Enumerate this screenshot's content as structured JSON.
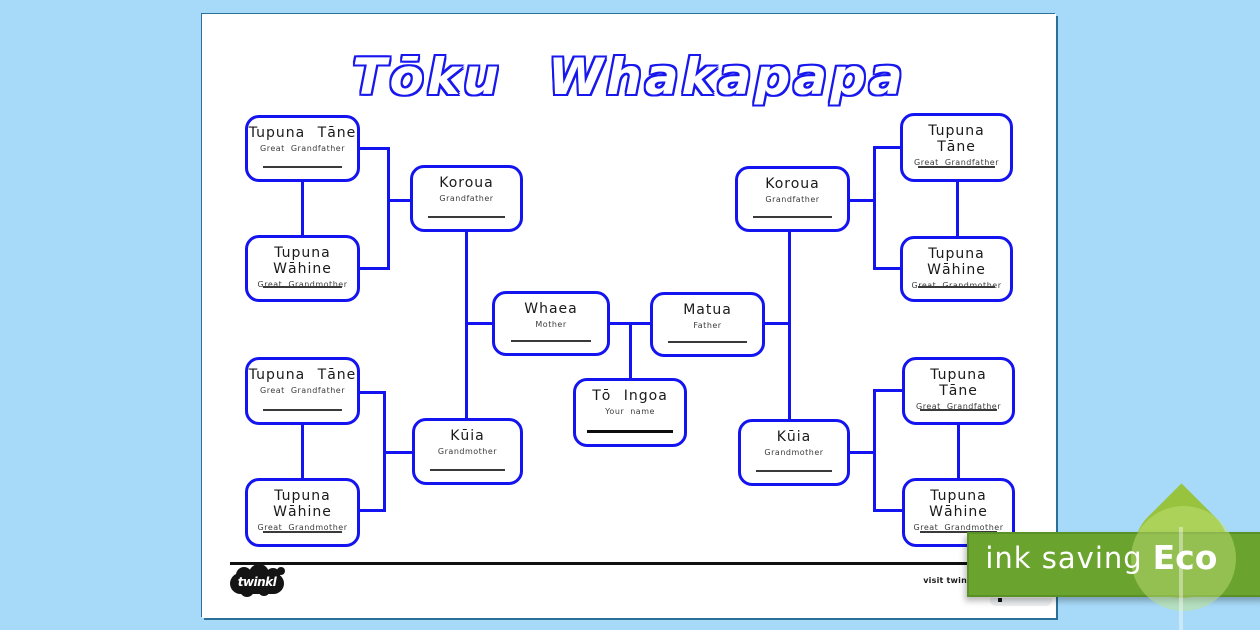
{
  "title": "Tōku Whakapapa",
  "boxes": [
    {
      "role": "great-grandfather-top-left",
      "maori": "Tupuna Tāne",
      "english": "Great Grandfather"
    },
    {
      "role": "great-grandmother-top-left",
      "maori": "Tupuna Wāhine",
      "english": "Great Grandmother"
    },
    {
      "role": "grandfather-left",
      "maori": "Koroua",
      "english": "Grandfather"
    },
    {
      "role": "great-grandfather-top-right",
      "maori": "Tupuna Tāne",
      "english": "Great Grandfather"
    },
    {
      "role": "great-grandmother-top-right",
      "maori": "Tupuna Wāhine",
      "english": "Great Grandmother"
    },
    {
      "role": "grandfather-right",
      "maori": "Koroua",
      "english": "Grandfather"
    },
    {
      "role": "mother",
      "maori": "Whaea",
      "english": "Mother"
    },
    {
      "role": "father",
      "maori": "Matua",
      "english": "Father"
    },
    {
      "role": "your-name",
      "maori": "Tō Ingoa",
      "english": "Your name"
    },
    {
      "role": "great-grandfather-bottom-left",
      "maori": "Tupuna Tāne",
      "english": "Great Grandfather"
    },
    {
      "role": "great-grandmother-bottom-left",
      "maori": "Tupuna Wāhine",
      "english": "Great Grandmother"
    },
    {
      "role": "grandmother-left",
      "maori": "Kūia",
      "english": "Grandmother"
    },
    {
      "role": "great-grandfather-bottom-right",
      "maori": "Tupuna Tāne",
      "english": "Great Grandfather"
    },
    {
      "role": "great-grandmother-bottom-right",
      "maori": "Tupuna Wāhine",
      "english": "Great Grandmother"
    },
    {
      "role": "grandmother-right",
      "maori": "Kūia",
      "english": "Grandmother"
    }
  ],
  "footer": {
    "logo": "twinkl",
    "visit_text": "visit twin"
  },
  "badge": {
    "label": "ink saving",
    "eco_label": "Eco"
  },
  "colors": {
    "background_blue": "#a6daf8",
    "tree_blue": "#1414f0",
    "badge_green": "#6ba32f",
    "leaf_green": "#97c33e"
  }
}
